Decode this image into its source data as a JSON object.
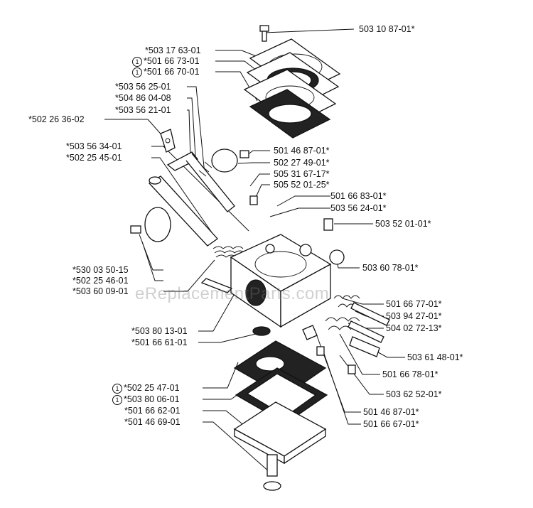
{
  "watermark": "eReplacementParts.com",
  "labels": [
    {
      "id": "p1",
      "text": "503 10 87-01*",
      "circle": ""
    },
    {
      "id": "p2",
      "text": "*503 17 63-01",
      "circle": ""
    },
    {
      "id": "p3",
      "text": "*501 66 73-01",
      "circle": "1"
    },
    {
      "id": "p4",
      "text": "*501 66 70-01",
      "circle": "1"
    },
    {
      "id": "p5",
      "text": "*503 56 25-01",
      "circle": ""
    },
    {
      "id": "p6",
      "text": "*504 86 04-08",
      "circle": ""
    },
    {
      "id": "p7",
      "text": "*503 56 21-01",
      "circle": ""
    },
    {
      "id": "p8",
      "text": "*502 26 36-02",
      "circle": ""
    },
    {
      "id": "p9",
      "text": "*503 56 34-01",
      "circle": ""
    },
    {
      "id": "p10",
      "text": "*502 25 45-01",
      "circle": ""
    },
    {
      "id": "p11",
      "text": "501 46 87-01*",
      "circle": ""
    },
    {
      "id": "p12",
      "text": "502 27 49-01*",
      "circle": ""
    },
    {
      "id": "p13",
      "text": "505 31 67-17*",
      "circle": ""
    },
    {
      "id": "p14",
      "text": "505 52 01-25*",
      "circle": ""
    },
    {
      "id": "p15",
      "text": "501 66 83-01*",
      "circle": ""
    },
    {
      "id": "p16",
      "text": "503 56 24-01*",
      "circle": ""
    },
    {
      "id": "p17",
      "text": "503 52 01-01*",
      "circle": ""
    },
    {
      "id": "p18",
      "text": "503 60 78-01*",
      "circle": ""
    },
    {
      "id": "p19",
      "text": "*530 03 50-15",
      "circle": ""
    },
    {
      "id": "p20",
      "text": "*502 25 46-01",
      "circle": ""
    },
    {
      "id": "p21",
      "text": "*503 60 09-01",
      "circle": ""
    },
    {
      "id": "p22",
      "text": "501 66 77-01*",
      "circle": ""
    },
    {
      "id": "p23",
      "text": "503 94 27-01*",
      "circle": ""
    },
    {
      "id": "p24",
      "text": "504 02 72-13*",
      "circle": ""
    },
    {
      "id": "p25",
      "text": "*503 80 13-01",
      "circle": ""
    },
    {
      "id": "p26",
      "text": "*501 66 61-01",
      "circle": ""
    },
    {
      "id": "p27",
      "text": "503 61 48-01*",
      "circle": ""
    },
    {
      "id": "p28",
      "text": "501 66 78-01*",
      "circle": ""
    },
    {
      "id": "p29",
      "text": "*502 25 47-01",
      "circle": "1"
    },
    {
      "id": "p30",
      "text": "*503 80 06-01",
      "circle": "1"
    },
    {
      "id": "p31",
      "text": "503 62 52-01*",
      "circle": ""
    },
    {
      "id": "p32",
      "text": "*501 66 62-01",
      "circle": ""
    },
    {
      "id": "p33",
      "text": "*501 46 69-01",
      "circle": ""
    },
    {
      "id": "p34",
      "text": "501 46 87-01*",
      "circle": ""
    },
    {
      "id": "p35",
      "text": "501 66 67-01*",
      "circle": ""
    }
  ]
}
